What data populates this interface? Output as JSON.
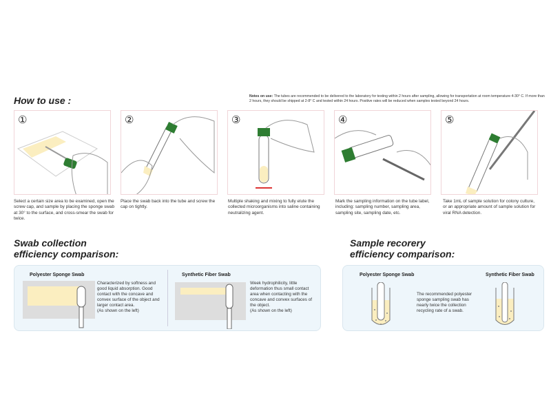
{
  "how_to_use": {
    "title": "How to use :",
    "notes_label": "Notes on use:",
    "notes_text": "The tubes are recommended to be delivered to the laboratory for testing within 2 hours after sampling, allowing for transportation at room temperature 4-30° C. If more than 2 hours, they should be shipped at 2-8° C and tested within 24 hours. Positive rates will be reduced when samples tested beyond 24 hours.",
    "steps": [
      {
        "number": "①",
        "text": "Select a certain size area to be examined, open the screw cap, and sample by placing the sponge swab at 30° to the surface, and cross-smear the swab for twice."
      },
      {
        "number": "②",
        "text": "Place the swab back into the tube and screw the cap on tightly."
      },
      {
        "number": "③",
        "text": "Multiple shaking and mixing to fully elute the collected microorganisms into saline containing neutralizing agent."
      },
      {
        "number": "④",
        "text": "Mark the sampling information on the tube label, including: sampling number, sampling area, sampling site, sampling date, etc."
      },
      {
        "number": "⑤",
        "text": "Take 1mL of sample solution for colony culture, or an appropriate amount of sample solution for viral RNA detection."
      }
    ]
  },
  "swab_comparison": {
    "title_line1": "Swab collection",
    "title_line2": "efficiency comparison:",
    "polyester": {
      "label": "Polyester Sponge Swab",
      "text": "Characterized by softness and good liquid absorption. Good contact with the concave and convex surface of the object and larger contact area.",
      "note": "(As shown on the left)"
    },
    "synthetic": {
      "label": "Synthetic Fiber Swab",
      "text": "Week hydrophilicity, little deformation thus small contact area when contacting with the concave and convex surfaces of the object.",
      "note": "(As shown on the left)"
    }
  },
  "recovery_comparison": {
    "title_line1": "Sample recorery",
    "title_line2": "efficiency comparison:",
    "polyester_label": "Polyester Sponge Swab",
    "synthetic_label": "Synthetic Fiber Swab",
    "text": "The recommended polyester sponge sampling swab has nearly twice the collection recycling rate of a swab."
  },
  "colors": {
    "accent_green": "#2e7d32",
    "panel_border": "#f0d4d8",
    "liquid": "#fbeec0",
    "box_bg": "#eef6fb"
  }
}
